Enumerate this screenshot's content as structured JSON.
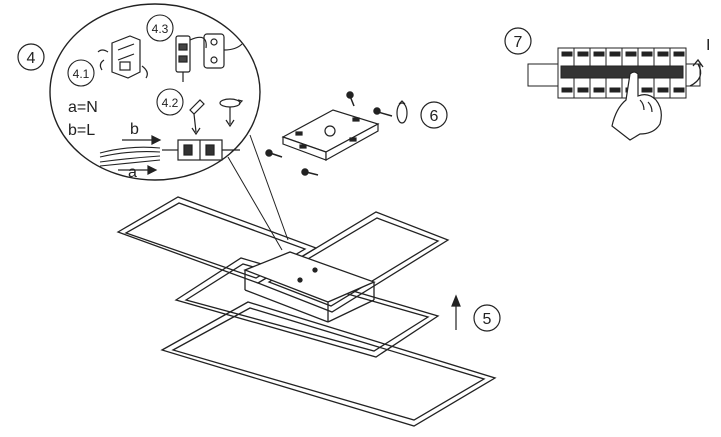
{
  "steps": {
    "step4": "4",
    "step4_1": "4.1",
    "step4_2": "4.2",
    "step4_3": "4.3",
    "step5": "5",
    "step6": "6",
    "step7": "7"
  },
  "wiring": {
    "a_label": "a=N",
    "b_label": "b=L",
    "wire_a": "a",
    "wire_b": "b"
  },
  "breaker": {
    "switch_mark": "I"
  }
}
